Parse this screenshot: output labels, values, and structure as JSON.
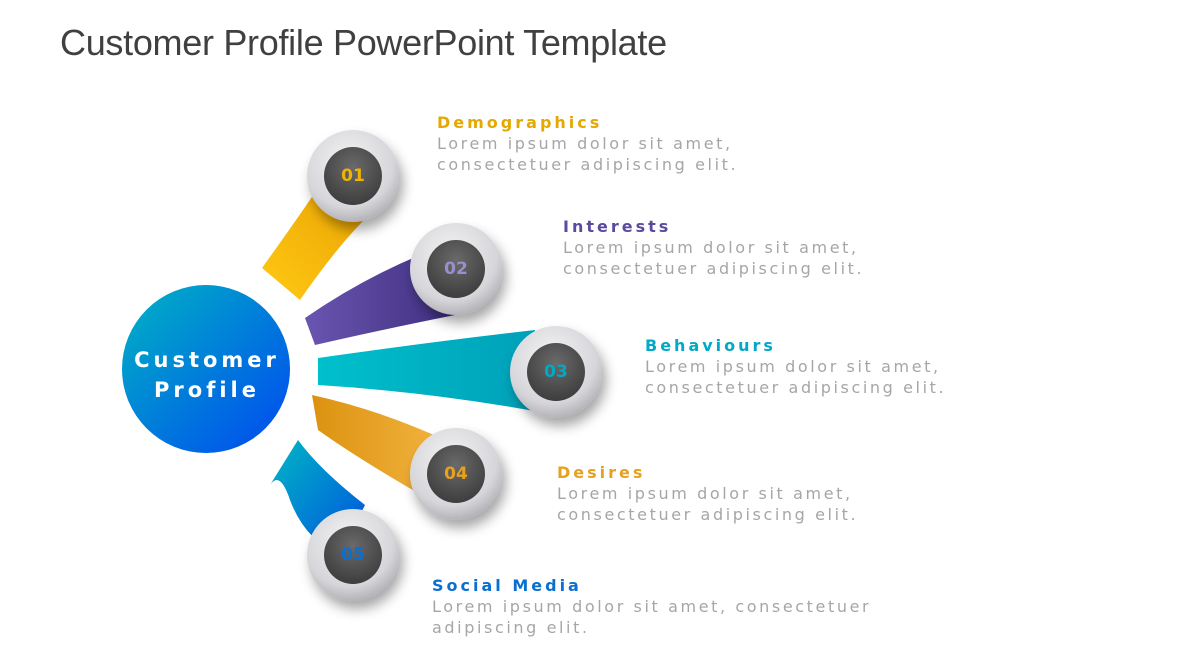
{
  "title": "Customer Profile PowerPoint Template",
  "hub": {
    "line1": "Customer",
    "line2": "Profile",
    "color_start": "#00b0c8",
    "color_end": "#0050f0"
  },
  "items": [
    {
      "number": "01",
      "heading": "Demographics",
      "text_line1": "Lorem ipsum dolor sit amet,",
      "text_line2": "consectetuer adipiscing elit.",
      "color": "#e6a800"
    },
    {
      "number": "02",
      "heading": "Interests",
      "text_line1": "Lorem ipsum dolor sit amet,",
      "text_line2": "consectetuer adipiscing elit.",
      "color": "#5b4a9e"
    },
    {
      "number": "03",
      "heading": "Behaviours",
      "text_line1": "Lorem ipsum dolor sit amet,",
      "text_line2": "consectetuer adipiscing elit.",
      "color": "#00a9c6"
    },
    {
      "number": "04",
      "heading": "Desires",
      "text_line1": "Lorem ipsum dolor sit amet,",
      "text_line2": "consectetuer adipiscing elit.",
      "color": "#e8a020"
    },
    {
      "number": "05",
      "heading": "Social Media",
      "text_line1": "Lorem ipsum dolor sit amet, consectetuer",
      "text_line2": "adipiscing elit.",
      "color": "#0a6fd0"
    }
  ]
}
